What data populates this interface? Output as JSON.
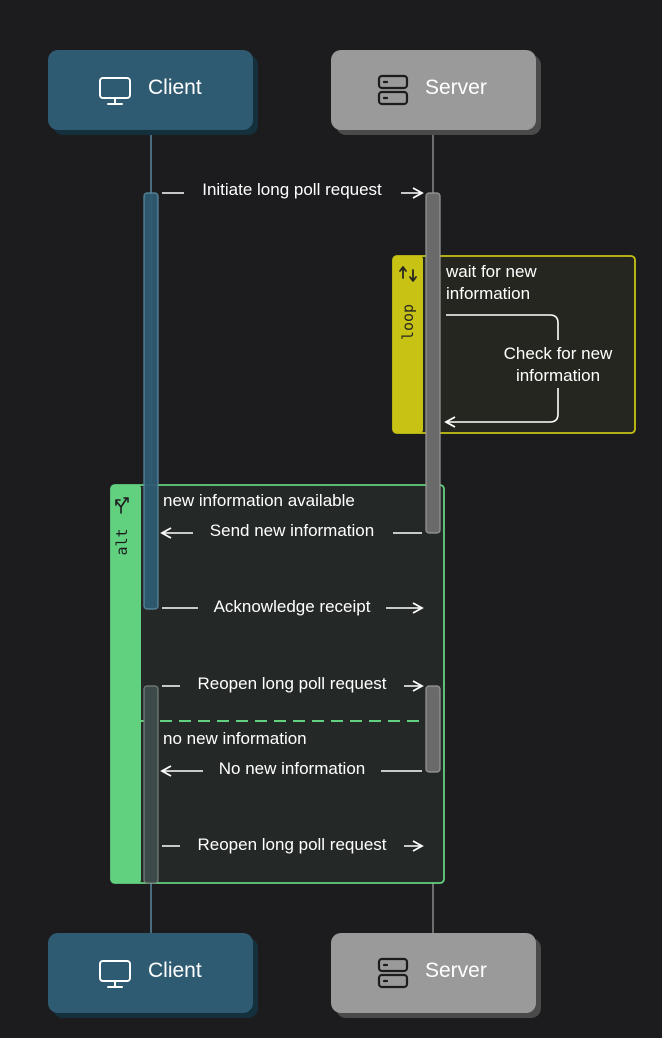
{
  "actors": {
    "client": {
      "label": "Client",
      "icon": "monitor-icon",
      "color": "#2f5b72"
    },
    "server": {
      "label": "Server",
      "icon": "server-icon",
      "color": "#9a9a9a"
    }
  },
  "messages": {
    "initiate": "Initiate long poll request",
    "check": [
      "Check for new",
      "information"
    ],
    "send": "Send new information",
    "ack": "Acknowledge receipt",
    "reopen1": "Reopen long poll request",
    "no_info": "No new information",
    "reopen2": "Reopen long poll request"
  },
  "loop": {
    "tag": "loop",
    "condition": [
      "wait for new",
      "information"
    ],
    "color": "#c7c214"
  },
  "alt": {
    "tag": "alt",
    "condition_1": "new information available",
    "condition_2": "no new information",
    "color": "#62d17f"
  }
}
